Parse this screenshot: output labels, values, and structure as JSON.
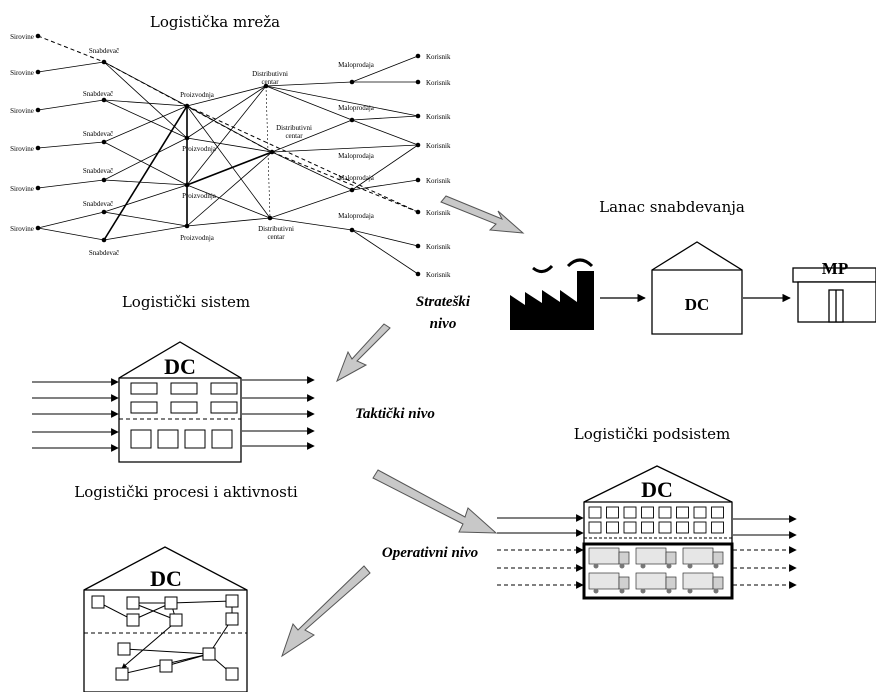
{
  "titles": {
    "network": "Logistička mreža",
    "supply_chain": "Lanac snabdevanja",
    "system": "Logistički sistem",
    "subsystem": "Logistički podsistem",
    "processes": "Logistički procesi i aktivnosti"
  },
  "levels": {
    "strategic_line1": "Strateški",
    "strategic_line2": "nivo",
    "tactical": "Taktički nivo",
    "operational": "Operativni nivo"
  },
  "network": {
    "raw_label": "Sirovine",
    "supplier_label": "Snabdevač",
    "production_label": "Proizvodnja",
    "dc_label_line1": "Distributivni",
    "dc_label_line2": "centar",
    "retail_label": "Maloprodaja",
    "customer_label": "Korisnik"
  },
  "building_labels": {
    "dc": "DC",
    "mp": "MP"
  }
}
